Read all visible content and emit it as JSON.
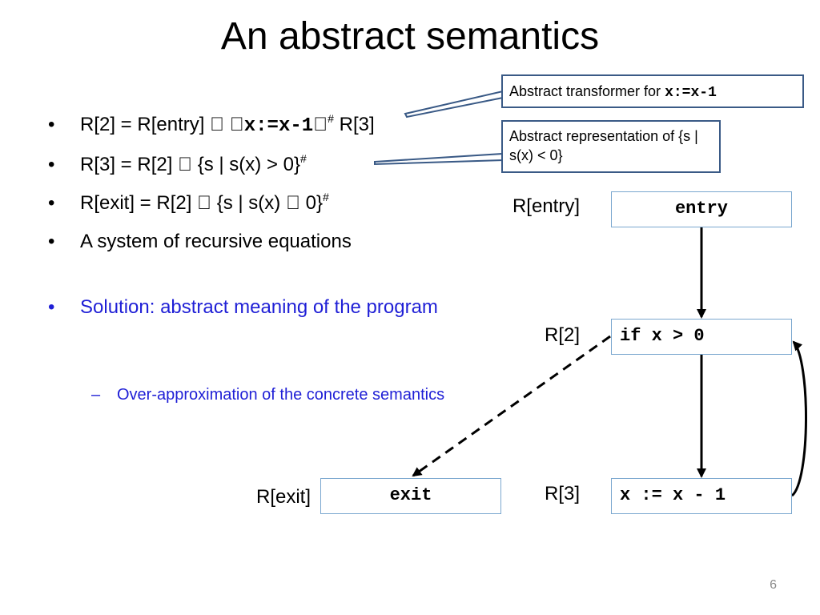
{
  "slide": {
    "title": "An abstract semantics",
    "page_number": "6"
  },
  "bullets": [
    {
      "marker": "•",
      "a": "R[2] = R[entry]  ",
      "code": "x:=x-1",
      "b": "",
      "sup": "#",
      "c": " R[3]"
    },
    {
      "marker": "•",
      "a": "R[3] = R[2]  {s | s(x) > 0}",
      "sup": "#"
    },
    {
      "marker": "•",
      "a": "R[exit] = R[2]  {s | s(x)  0}",
      "sup": "#"
    },
    {
      "marker": "•",
      "a": "A system of recursive equations"
    },
    {
      "marker": "•",
      "a": "Solution: abstract meaning of the program"
    }
  ],
  "sub_bullet": {
    "marker": "–",
    "text": "Over-approximation of the concrete semantics"
  },
  "callouts": {
    "transformer_prefix": "Abstract transformer for ",
    "transformer_code": "x:=x-1",
    "representation": "Abstract representation of {s | s(x) < 0}"
  },
  "cfg": {
    "nodes": {
      "entry": "entry",
      "if": "if x > 0",
      "dec": "x := x - 1",
      "exit": "exit"
    },
    "labels": {
      "entry": "R[entry]",
      "r2": "R[2]",
      "r3": "R[3]",
      "exit": "R[exit]"
    }
  },
  "colors": {
    "solution_text": "#1f1fd6",
    "callout_border": "#3a5a86",
    "node_border": "#7aa7cf"
  }
}
